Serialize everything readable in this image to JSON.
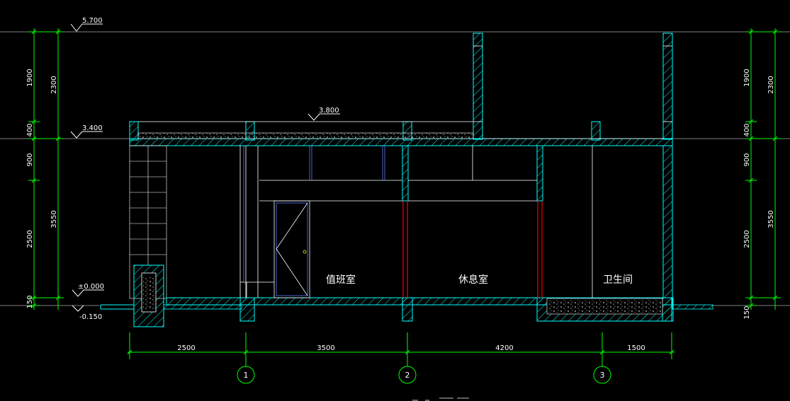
{
  "drawing": {
    "elevations": {
      "top": "5.700",
      "roof": "3.400",
      "parapet": "3.800",
      "floor": "±0.000",
      "ground": "-0.150"
    },
    "left_dims": {
      "d1900": "1900",
      "d400": "400",
      "d900": "900",
      "d2500": "2500",
      "d150": "150",
      "d2300": "2300",
      "d3550": "3550"
    },
    "right_dims": {
      "d1900": "1900",
      "d400": "400",
      "d900": "900",
      "d2500": "2500",
      "d150": "150",
      "d2300": "2300",
      "d3550": "3550"
    },
    "bottom_dims": [
      "2500",
      "3500",
      "4200",
      "1500"
    ],
    "axes": [
      "1",
      "2",
      "3"
    ],
    "rooms": {
      "duty": "值班室",
      "rest": "休息室",
      "toilet": "卫生间"
    },
    "colors": {
      "background": "#000000",
      "wall": "#00ffff",
      "line": "#ffffff",
      "dimension": "#00ff00",
      "accent": "#ff0000",
      "door": "#5a7cff",
      "hinge": "#ffff00"
    }
  }
}
